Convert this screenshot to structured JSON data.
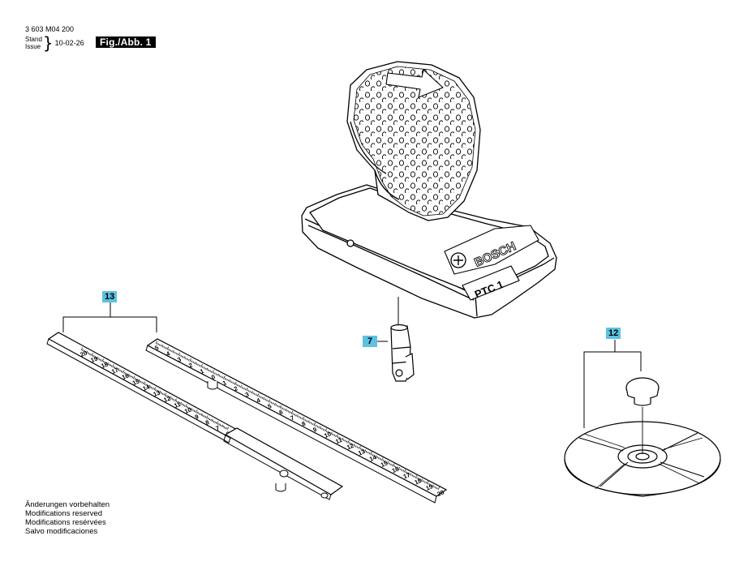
{
  "header": {
    "doc_number": "3 603 M04 200",
    "stand_label": "Stand",
    "issue_label": "Issue",
    "date": "10-02-26",
    "figure_label": "Fig./Abb. 1"
  },
  "callouts": {
    "part_13": "13",
    "part_7": "7",
    "part_12": "12"
  },
  "device": {
    "brand": "BOSCH",
    "model": "PTC 1"
  },
  "ruler_long": {
    "ticks": [
      "5",
      "4",
      "3",
      "2",
      "1",
      "0",
      "1",
      "2",
      "3",
      "4",
      "5",
      "6",
      "7",
      "8",
      "9",
      "10",
      "11",
      "12",
      "13",
      "14",
      "15",
      "16",
      "17",
      "18",
      "19",
      "20"
    ]
  },
  "ruler_short": {
    "ticks": [
      "20",
      "19",
      "18",
      "17",
      "16",
      "15",
      "14",
      "13",
      "12",
      "11",
      "10",
      "9",
      "8",
      "7",
      "6"
    ]
  },
  "notes": [
    "Änderungen vorbehalten",
    "Modifications reserved",
    "Modifications resérvées",
    "Salvo modificaciones"
  ],
  "colors": {
    "callout_bg": "#5cc2e2",
    "line": "#000000"
  }
}
